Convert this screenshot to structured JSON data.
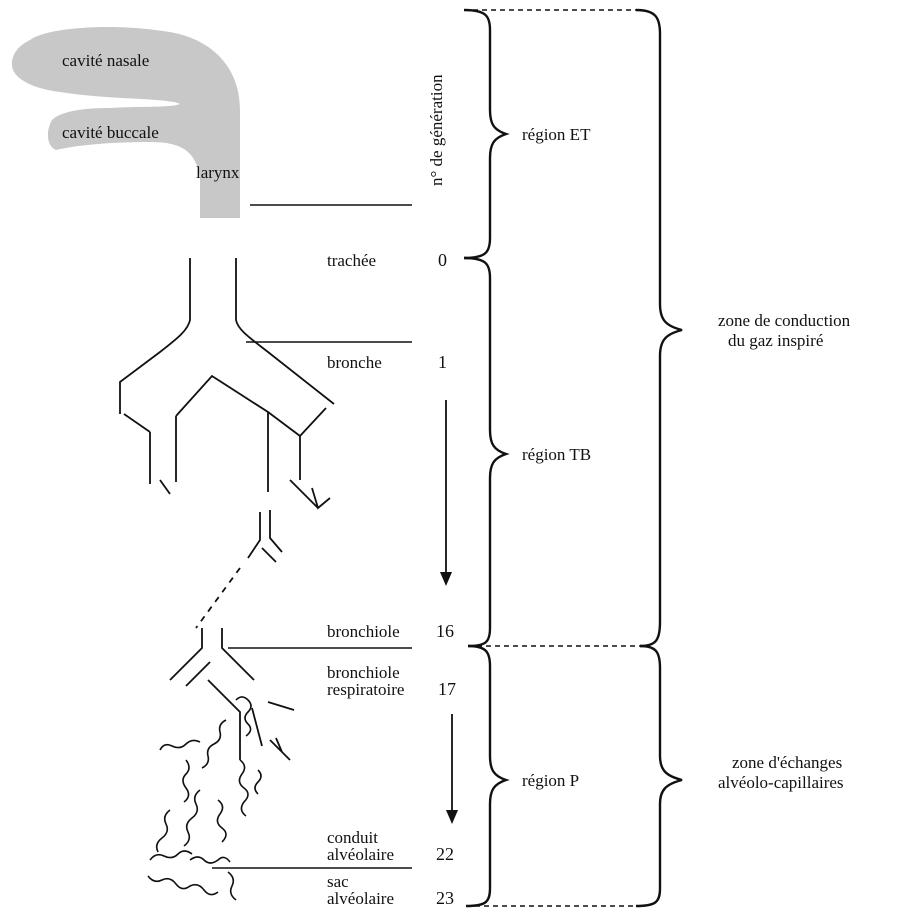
{
  "upper_airway": {
    "nasal_cavity": "cavité nasale",
    "oral_cavity": "cavité buccale",
    "larynx": "larynx"
  },
  "generation_axis_label": "n° de génération",
  "airways": [
    {
      "label": "trachée",
      "generation": "0"
    },
    {
      "label": "bronche",
      "generation": "1"
    },
    {
      "label": "bronchiole",
      "generation": "16"
    },
    {
      "label_line1": "bronchiole",
      "label_line2": "respiratoire",
      "generation": "17"
    },
    {
      "label_line1": "conduit",
      "label_line2": "alvéolaire",
      "generation": "22"
    },
    {
      "label_line1": "sac",
      "label_line2": "alvéolaire",
      "generation": "23"
    }
  ],
  "regions": [
    {
      "label": "région ET"
    },
    {
      "label": "région TB"
    },
    {
      "label": "région P"
    }
  ],
  "zones": [
    {
      "line1": "zone de conduction",
      "line2": "du gaz inspiré"
    },
    {
      "line1": "zone d'échanges",
      "line2": "alvéolo-capillaires"
    }
  ],
  "colors": {
    "upper_airway_fill": "#c8c8c8",
    "ink": "#111111"
  }
}
